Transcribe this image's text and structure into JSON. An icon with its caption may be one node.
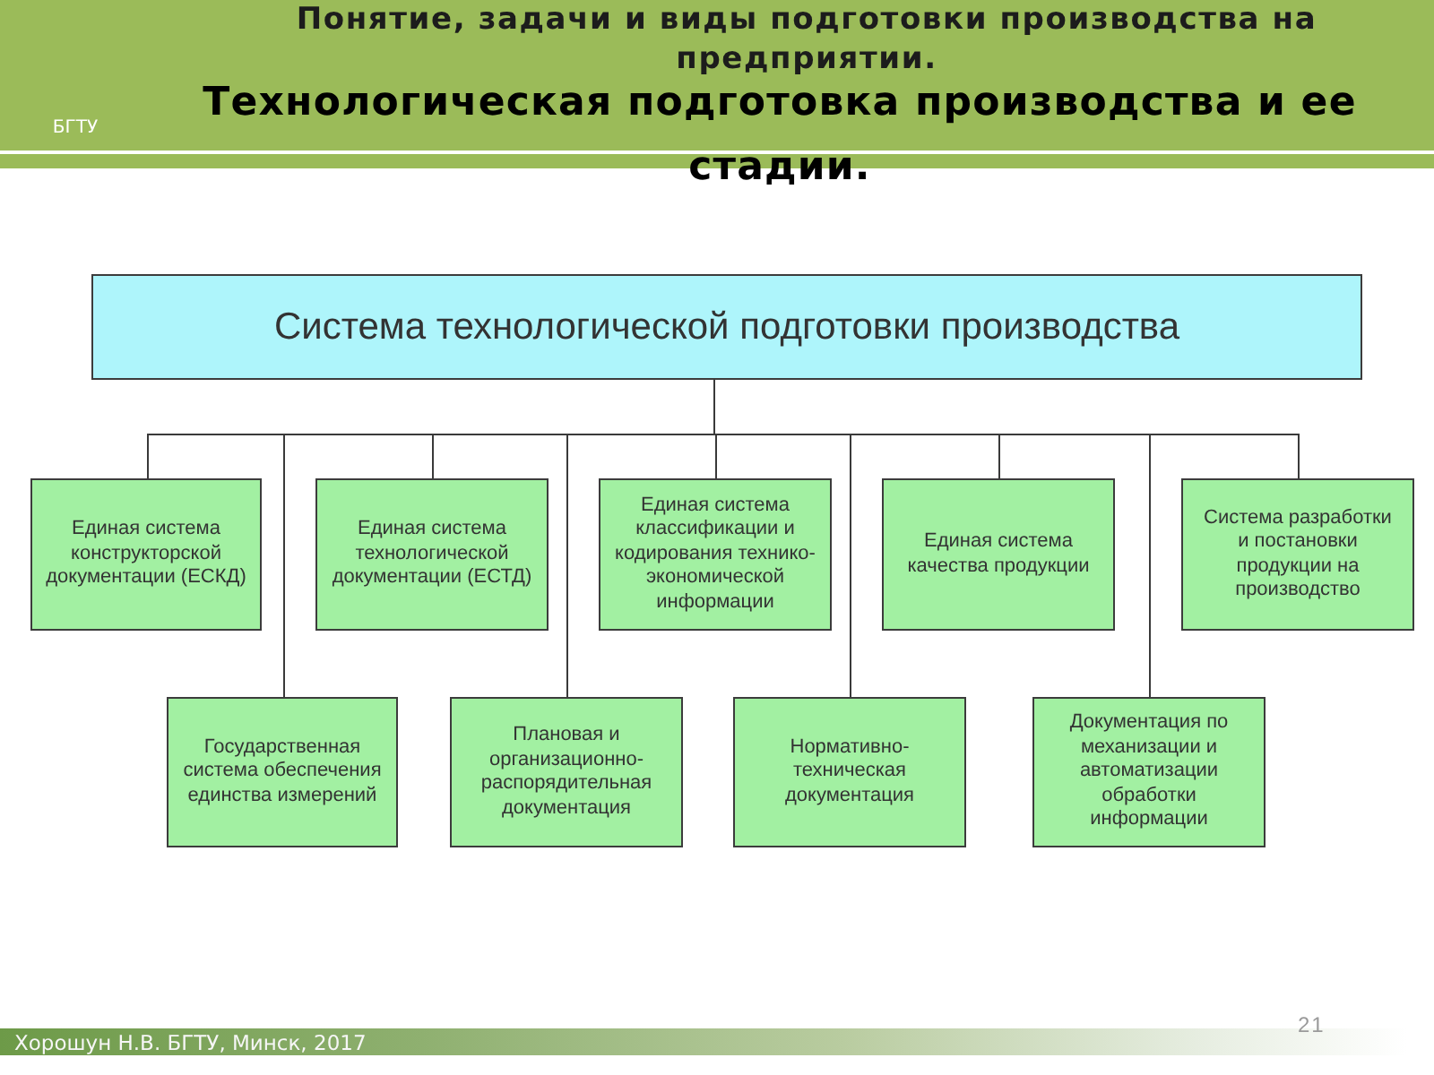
{
  "diagram": {
    "title": "Технологическая подготовка производства и ее стадии.",
    "nodes": [
      {
        "text": [
          "Система технологической подготовки производства"
        ]
      },
      {
        "text": [
          "Единая система конструкторской документации (ЕСКД)"
        ]
      },
      {
        "text": [
          "Единая система технологической документации (ЕСТД)"
        ]
      },
      {
        "text": [
          "Единая система классификации и кодирования технико-экономической информации"
        ]
      },
      {
        "text": [
          "Единая система качества продукции"
        ]
      },
      {
        "text": [
          "Система разработки и постановки продукции на производство"
        ]
      },
      {
        "text": [
          "Государственная система обеспечения единства измерений"
        ]
      },
      {
        "text": [
          "Плановая и организационно-распорядительная документация"
        ]
      },
      {
        "text": [
          "Нормативно-техническая документация"
        ]
      },
      {
        "text": [
          "Документация по механизации и автоматизации обработки информации"
        ]
      }
    ],
    "edges": [
      {
        "from": 0,
        "to": 1,
        "arrow": "none"
      },
      {
        "from": 0,
        "to": 2,
        "arrow": "none"
      },
      {
        "from": 0,
        "to": 3,
        "arrow": "none"
      },
      {
        "from": 0,
        "to": 4,
        "arrow": "none"
      },
      {
        "from": 0,
        "to": 5,
        "arrow": "none"
      },
      {
        "from": 0,
        "to": 6,
        "arrow": "none"
      },
      {
        "from": 0,
        "to": 7,
        "arrow": "none"
      },
      {
        "from": 0,
        "to": 8,
        "arrow": "none"
      },
      {
        "from": 0,
        "to": 9,
        "arrow": "none"
      }
    ],
    "labels": [
      "Понятие, задачи и виды подготовки производства на предприятии.",
      "БГТУ",
      "Хорошун Н.В. БГТУ, Минск, 2017",
      "21"
    ]
  }
}
